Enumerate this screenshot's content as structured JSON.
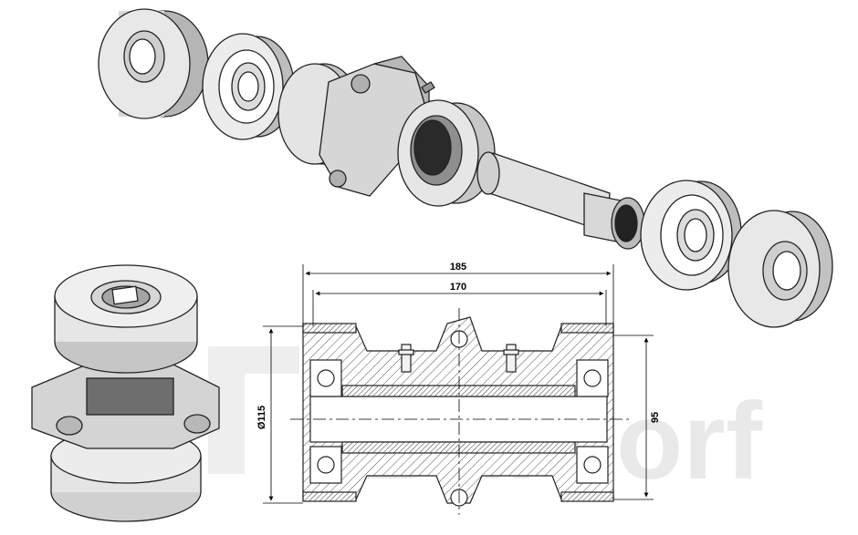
{
  "watermark": {
    "text": "Bürdorf"
  },
  "dimensions": {
    "overall_length": "185",
    "inner_length": "170",
    "outer_diameter": "Ø115",
    "inner_diameter": "95"
  },
  "colors": {
    "metal_light": "#e6e6e6",
    "metal_mid": "#c8c8c8",
    "metal_dark": "#8a8a8a",
    "hole_dark": "#2a2a2a",
    "hatch": "#444444",
    "watermark": "#e9e9e9"
  }
}
